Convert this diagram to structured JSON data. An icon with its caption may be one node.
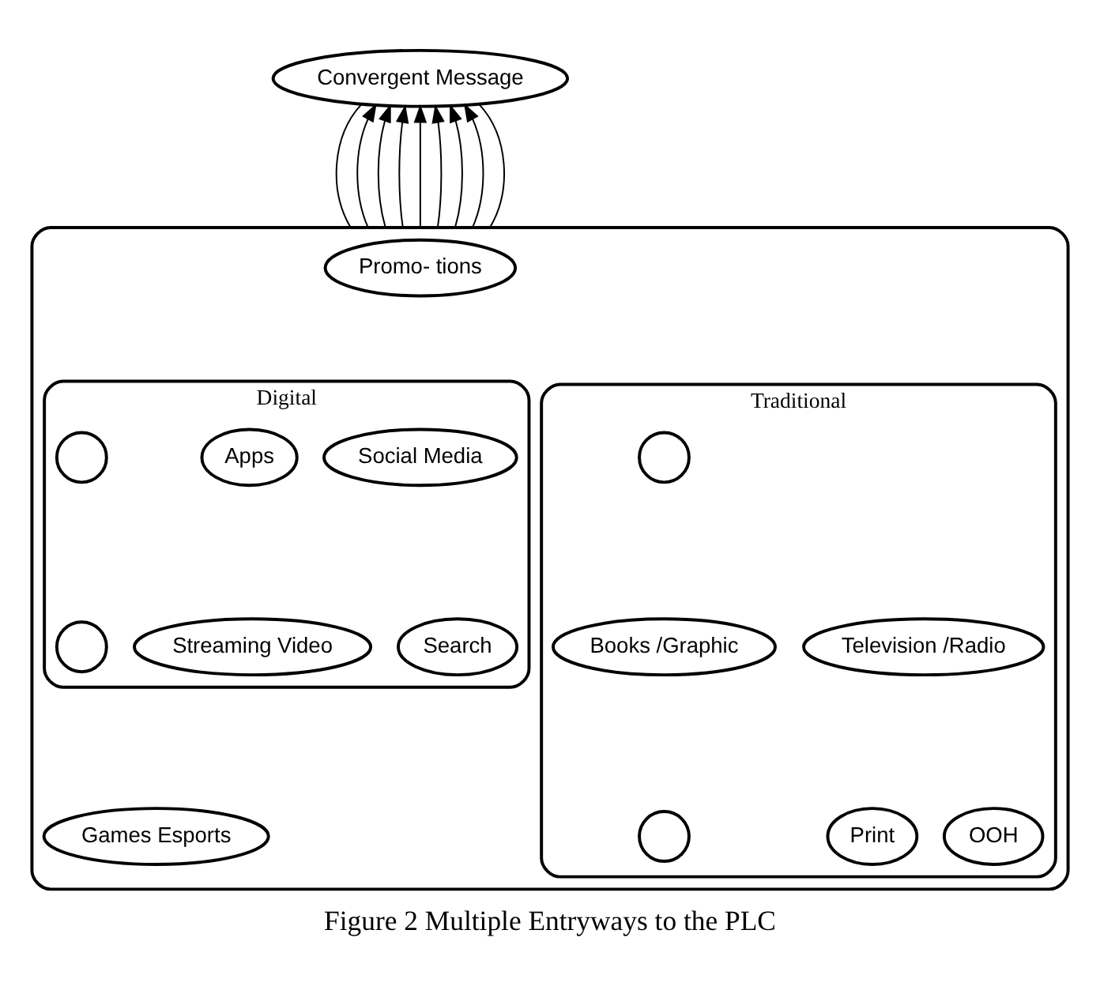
{
  "diagram": {
    "caption": "Figure 2 Multiple Entryways to the PLC",
    "nodes": [
      {
        "text": [
          "Convergent Message"
        ]
      },
      {
        "text": [],
        "shape": "ellipse"
      },
      {
        "text": [
          "Promo- tions"
        ],
        "in": 1
      },
      {
        "text": [
          "Digital"
        ],
        "in": 1
      },
      {
        "text": [
          "Social Media"
        ],
        "in": 3
      },
      {
        "text": [
          "Apps"
        ],
        "in": 3
      },
      {
        "text": [],
        "shape": "circle",
        "in": 3
      },
      {
        "text": [
          "Search"
        ],
        "in": 3
      },
      {
        "text": [
          "Streaming Video"
        ],
        "in": 3
      },
      {
        "text": [],
        "shape": "circle",
        "in": 3
      },
      {
        "text": [
          "Traditional"
        ],
        "in": 1
      },
      {
        "text": [
          "Television /Radio"
        ],
        "in": 10
      },
      {
        "text": [
          "OOH"
        ],
        "in": 10
      },
      {
        "text": [],
        "shape": "circle",
        "in": 10
      },
      {
        "text": [
          "Books /Graphic"
        ],
        "in": 10
      },
      {
        "text": [
          "Print"
        ],
        "in": 10
      },
      {
        "text": [],
        "shape": "circle",
        "in": 10
      },
      {
        "text": [
          "Games Esports"
        ],
        "in": 1
      }
    ],
    "edges": [
      {
        "from": 1,
        "to": 0,
        "arrow": "none"
      },
      {
        "from": 1,
        "to": 0,
        "arrow": "to"
      },
      {
        "from": 1,
        "to": 0,
        "arrow": "to"
      },
      {
        "from": 1,
        "to": 0,
        "arrow": "to"
      },
      {
        "from": 1,
        "to": 0,
        "arrow": "to"
      },
      {
        "from": 1,
        "to": 0,
        "arrow": "to"
      },
      {
        "from": 1,
        "to": 0,
        "arrow": "to"
      },
      {
        "from": 1,
        "to": 0,
        "arrow": "to"
      },
      {
        "from": 1,
        "to": 0,
        "arrow": "none"
      }
    ]
  }
}
